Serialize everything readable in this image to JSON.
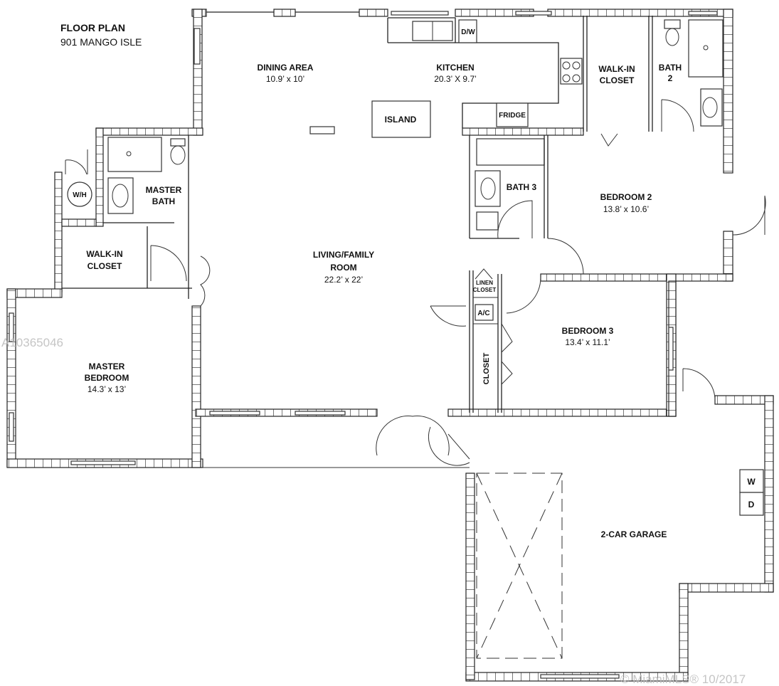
{
  "header": {
    "title": "FLOOR PLAN",
    "address": "901 MANGO ISLE"
  },
  "rooms": {
    "dining": {
      "name": "DINING AREA",
      "size": "10.9’ x 10’"
    },
    "kitchen": {
      "name": "KITCHEN",
      "size": "20.3’ X 9.7’"
    },
    "island": "ISLAND",
    "fridge": "FRIDGE",
    "dishwasher": "D/W",
    "walkin_closet_2": {
      "line1": "WALK-IN",
      "line2": "CLOSET"
    },
    "bath2": {
      "line1": "BATH",
      "line2": "2"
    },
    "water_heater": "W/H",
    "master_bath": {
      "line1": "MASTER",
      "line2": "BATH"
    },
    "bath3": "BATH 3",
    "bedroom2": {
      "name": "BEDROOM 2",
      "size": "13.8’ x 10.6’"
    },
    "master_walkin": {
      "line1": "WALK-IN",
      "line2": "CLOSET"
    },
    "living": {
      "line1": "LIVING/FAMILY",
      "line2": "ROOM",
      "size": "22.2’ x 22’"
    },
    "linen_closet": {
      "line1": "LINEN",
      "line2": "CLOSET"
    },
    "ac": "A/C",
    "bedroom3": {
      "name": "BEDROOM 3",
      "size": "13.4’ x 11.1’"
    },
    "closet": "CLOSET",
    "master_bedroom": {
      "line1": "MASTER",
      "line2": "BEDROOM",
      "size": "14.3’ x 13’"
    },
    "garage": "2-CAR GARAGE",
    "washer": "W",
    "dryer": "D"
  },
  "watermarks": {
    "listing_id": "A10365046",
    "copyright": "© MiamiMLS® 10/2017"
  }
}
